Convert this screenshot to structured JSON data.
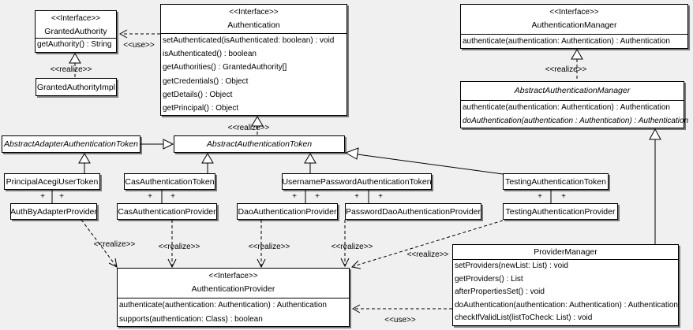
{
  "diagram": {
    "background_color": "#f0f0f0",
    "box_fill_color": "#ffffff",
    "line_color": "#000000"
  },
  "labels": {
    "use": "<<use>>",
    "realize": "<<realize>>",
    "plus": "+"
  },
  "classes": {
    "granted_authority": {
      "stereotype": "<<Interface>>",
      "name": "GrantedAuthority",
      "methods": [
        "getAuthority() : String"
      ]
    },
    "granted_authority_impl": {
      "name": "GrantedAuthorityImpl"
    },
    "authentication": {
      "stereotype": "<<Interface>>",
      "name": "Authentication",
      "methods": [
        "setAuthenticated(isAuthenticated: boolean) : void",
        "isAuthenticated() : boolean",
        "getAuthorities() : GrantedAuthority[]",
        "getCredentials() : Object",
        "getDetails() : Object",
        "getPrincipal() : Object"
      ]
    },
    "authentication_manager": {
      "stereotype": "<<Interface>>",
      "name": "AuthenticationManager",
      "methods": [
        "authenticate(authentication: Authentication) : Authentication"
      ]
    },
    "abstract_authentication_manager": {
      "name": "AbstractAuthenticationManager",
      "methods": [
        "authenticate(authentication: Authentication) : Authentication",
        "doAuthentication(authentication : Authentication) : Authentication"
      ]
    },
    "abstract_adapter_authentication_token": {
      "name": "AbstractAdapterAuthenticationToken"
    },
    "abstract_authentication_token": {
      "name": "AbstractAuthenticationToken"
    },
    "principal_acegi_user_token": {
      "name": "PrincipalAcegiUserToken"
    },
    "cas_authentication_token": {
      "name": "CasAuthenticationToken"
    },
    "username_password_authentication_token": {
      "name": "UsernamePasswordAuthenticationToken"
    },
    "testing_authentication_token": {
      "name": "TestingAuthenticationToken"
    },
    "auth_by_adapter_provider": {
      "name": "AuthByAdapterProvider"
    },
    "cas_authentication_provider": {
      "name": "CasAuthenticationProvider"
    },
    "dao_authentication_provider": {
      "name": "DaoAuthenticationProvider"
    },
    "password_dao_authentication_provider": {
      "name": "PasswordDaoAuthenticationProvider"
    },
    "testing_authentication_provider": {
      "name": "TestingAuthenticationProvider"
    },
    "authentication_provider": {
      "stereotype": "<<Interface>>",
      "name": "AuthenticationProvider",
      "methods": [
        "authenticate(authentication: Authentication) : Authentication",
        "supports(authentication: Class) : boolean"
      ]
    },
    "provider_manager": {
      "name": "ProviderManager",
      "methods": [
        "setProviders(newList: List) : void",
        "getProviders() : List",
        "afterPropertiesSet() : void",
        "doAuthentication(authentication: Authentication) : Authentication",
        "checkIfValidList(listToCheck: List) : void"
      ]
    }
  }
}
